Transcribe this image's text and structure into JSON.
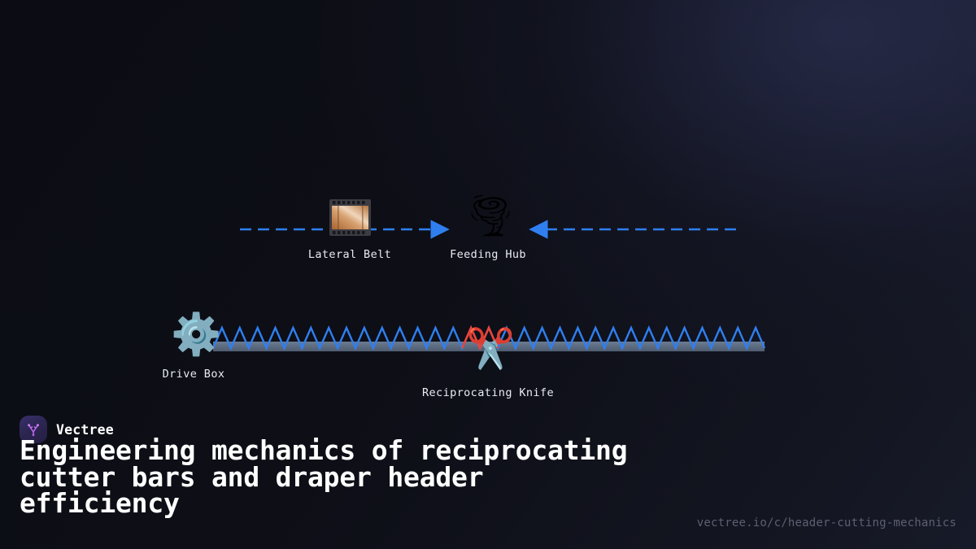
{
  "page": {
    "background_color": "#0d0e16",
    "accent_color": "#2f7ff0"
  },
  "diagram": {
    "flow_top": {
      "nodes": [
        {
          "label": "Lateral Belt",
          "icon": "film-frames-icon"
        },
        {
          "label": "Feeding Hub",
          "icon": "tornado-icon"
        }
      ],
      "arrows": [
        {
          "name": "inbound-flow-arrow",
          "direction": "right",
          "style": "dashed",
          "color": "#2f7ff0"
        },
        {
          "name": "outbound-flow-arrow",
          "direction": "left",
          "style": "dashed",
          "color": "#2f7ff0"
        }
      ]
    },
    "cutterbar": {
      "nodes": [
        {
          "label": "Drive Box",
          "icon": "gear-icon"
        },
        {
          "label": "Reciprocating Knife",
          "icon": "scissors-icon"
        }
      ],
      "bar_color": "#5c6b80",
      "sawtooth_color": "#2f7ff0",
      "sawtooth_teeth": 31,
      "highlighted_teeth_color": "#e8453c"
    }
  },
  "footer": {
    "brand_name": "Vectree",
    "logo_icon": "vectree-logo-icon",
    "headline": "Engineering mechanics of reciprocating\ncutter bars and draper header\nefficiency",
    "url": "vectree.io/c/header-cutting-mechanics"
  }
}
